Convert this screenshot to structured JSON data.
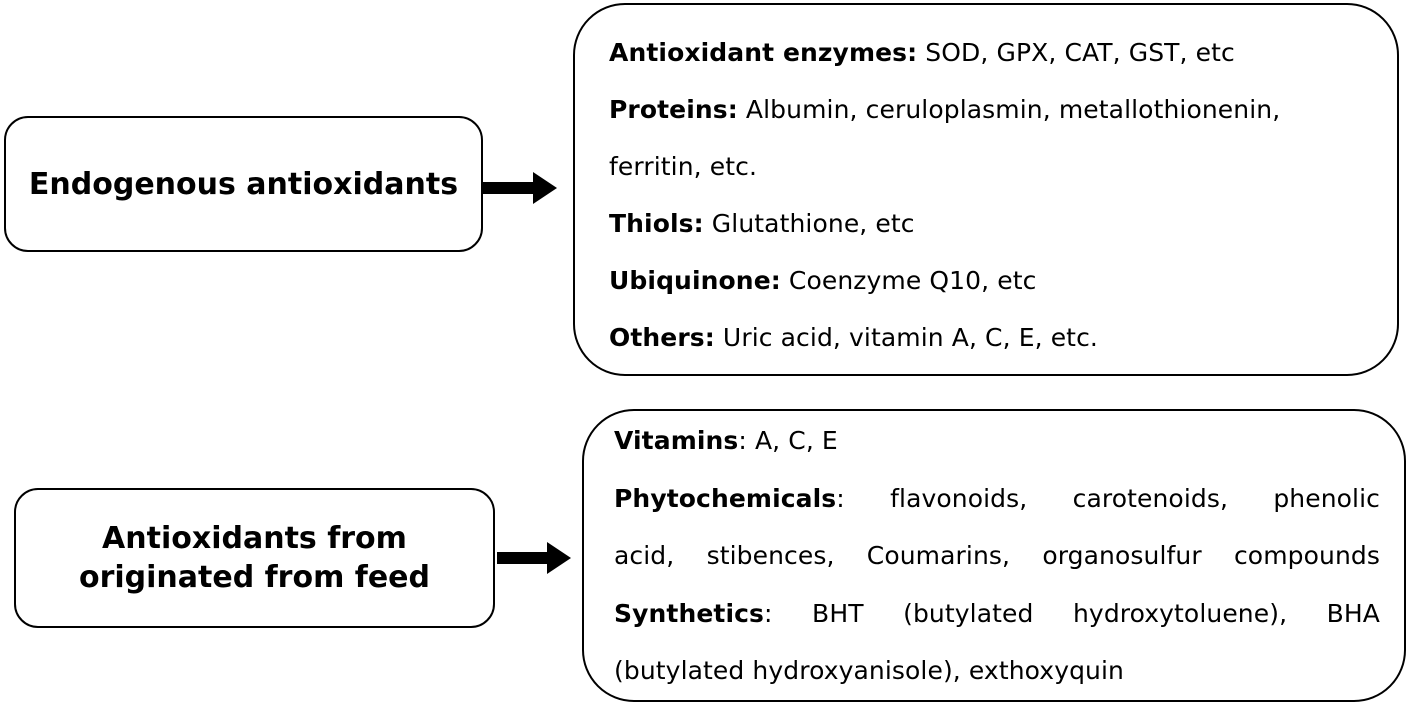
{
  "endogenous": {
    "title": "Endogenous antioxidants",
    "lines": [
      {
        "category": "Antioxidant enzymes:",
        "text": " SOD, GPX, CAT, GST, etc"
      },
      {
        "category": "Proteins:",
        "text": " Albumin, ceruloplasmin, metallothionenin,"
      },
      {
        "category": "",
        "text": "ferritin, etc."
      },
      {
        "category": "Thiols:",
        "text": " Glutathione, etc"
      },
      {
        "category": "Ubiquinone:",
        "text": " Coenzyme Q10, etc"
      },
      {
        "category": "Others:",
        "text": " Uric acid, vitamin A, C, E, etc."
      }
    ]
  },
  "feed": {
    "title_line1": "Antioxidants from",
    "title_line2": "originated from feed",
    "lines": [
      {
        "category": "Vitamins",
        "text": ": A, C, E"
      },
      {
        "category": "Phytochemicals",
        "text": ": flavonoids, carotenoids, phenolic"
      },
      {
        "category": "",
        "text": "acid, stibences, Coumarins, organosulfur compounds"
      },
      {
        "category": "Synthetics",
        "text": ": BHT (butylated hydroxytoluene), BHA"
      },
      {
        "category": "",
        "text": "(butylated hydroxyanisole), exthoxyquin"
      }
    ]
  }
}
